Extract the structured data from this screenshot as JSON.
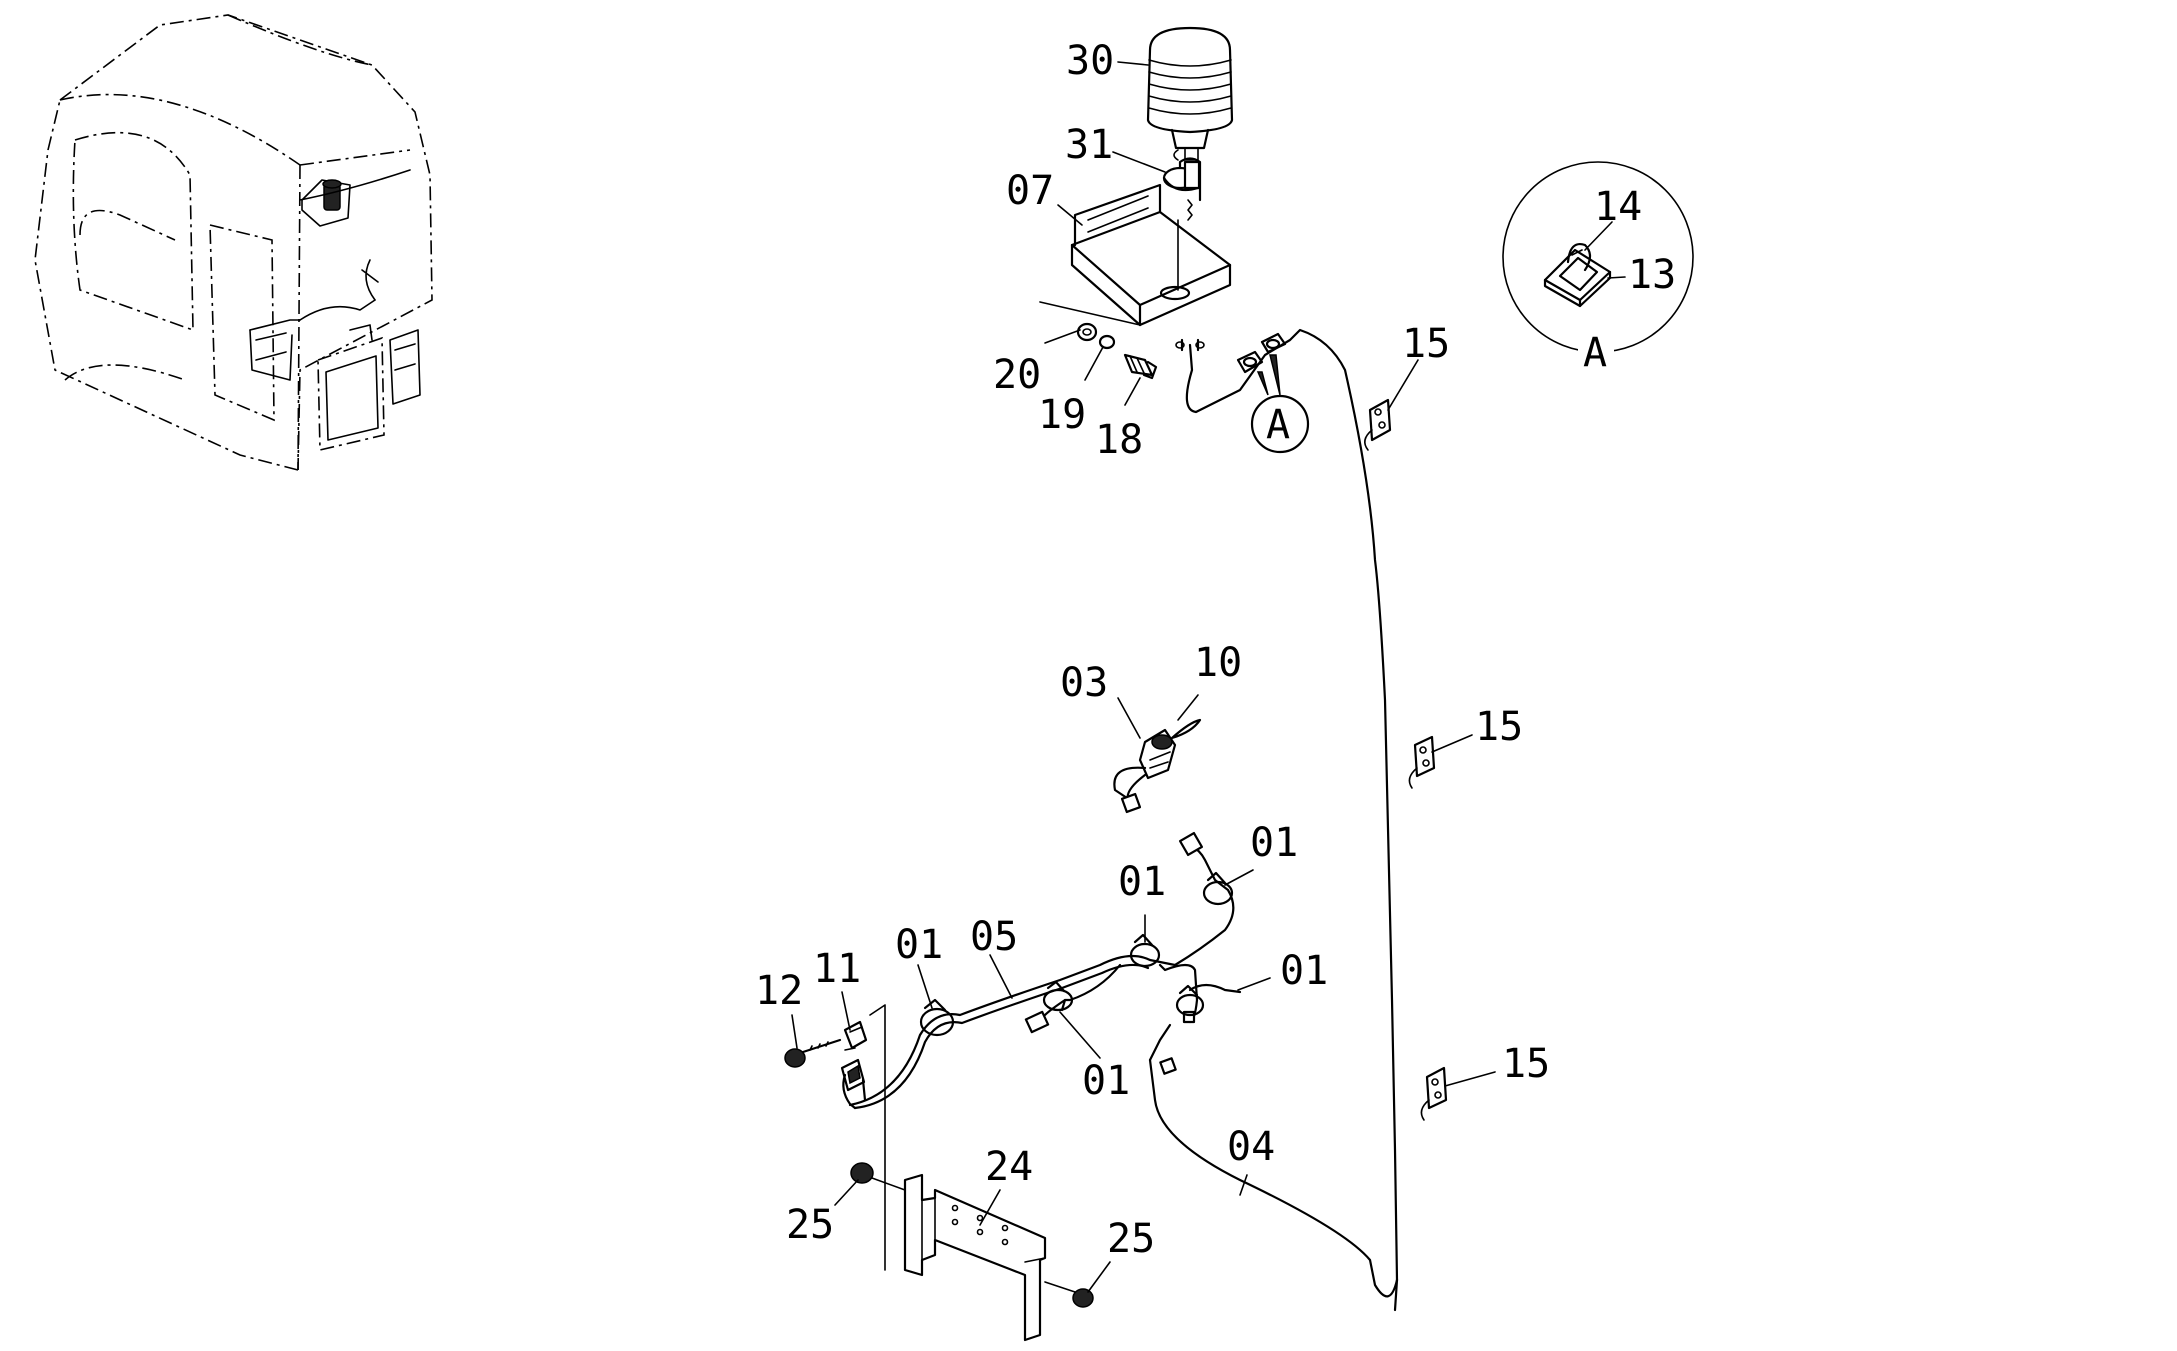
{
  "callouts": [
    {
      "id": "30",
      "text": "30"
    },
    {
      "id": "31",
      "text": "31"
    },
    {
      "id": "07",
      "text": "07"
    },
    {
      "id": "20",
      "text": "20"
    },
    {
      "id": "19",
      "text": "19"
    },
    {
      "id": "18",
      "text": "18"
    },
    {
      "id": "14",
      "text": "14"
    },
    {
      "id": "13",
      "text": "13"
    },
    {
      "id": "15a",
      "text": "15"
    },
    {
      "id": "15b",
      "text": "15"
    },
    {
      "id": "15c",
      "text": "15"
    },
    {
      "id": "10",
      "text": "10"
    },
    {
      "id": "03",
      "text": "03"
    },
    {
      "id": "01a",
      "text": "01"
    },
    {
      "id": "01b",
      "text": "01"
    },
    {
      "id": "01c",
      "text": "01"
    },
    {
      "id": "01d",
      "text": "01"
    },
    {
      "id": "01e",
      "text": "01"
    },
    {
      "id": "05",
      "text": "05"
    },
    {
      "id": "12",
      "text": "12"
    },
    {
      "id": "11",
      "text": "11"
    },
    {
      "id": "04",
      "text": "04"
    },
    {
      "id": "24",
      "text": "24"
    },
    {
      "id": "25a",
      "text": "25"
    },
    {
      "id": "25b",
      "text": "25"
    }
  ],
  "detail": {
    "marker": "A",
    "view_label": "A"
  }
}
